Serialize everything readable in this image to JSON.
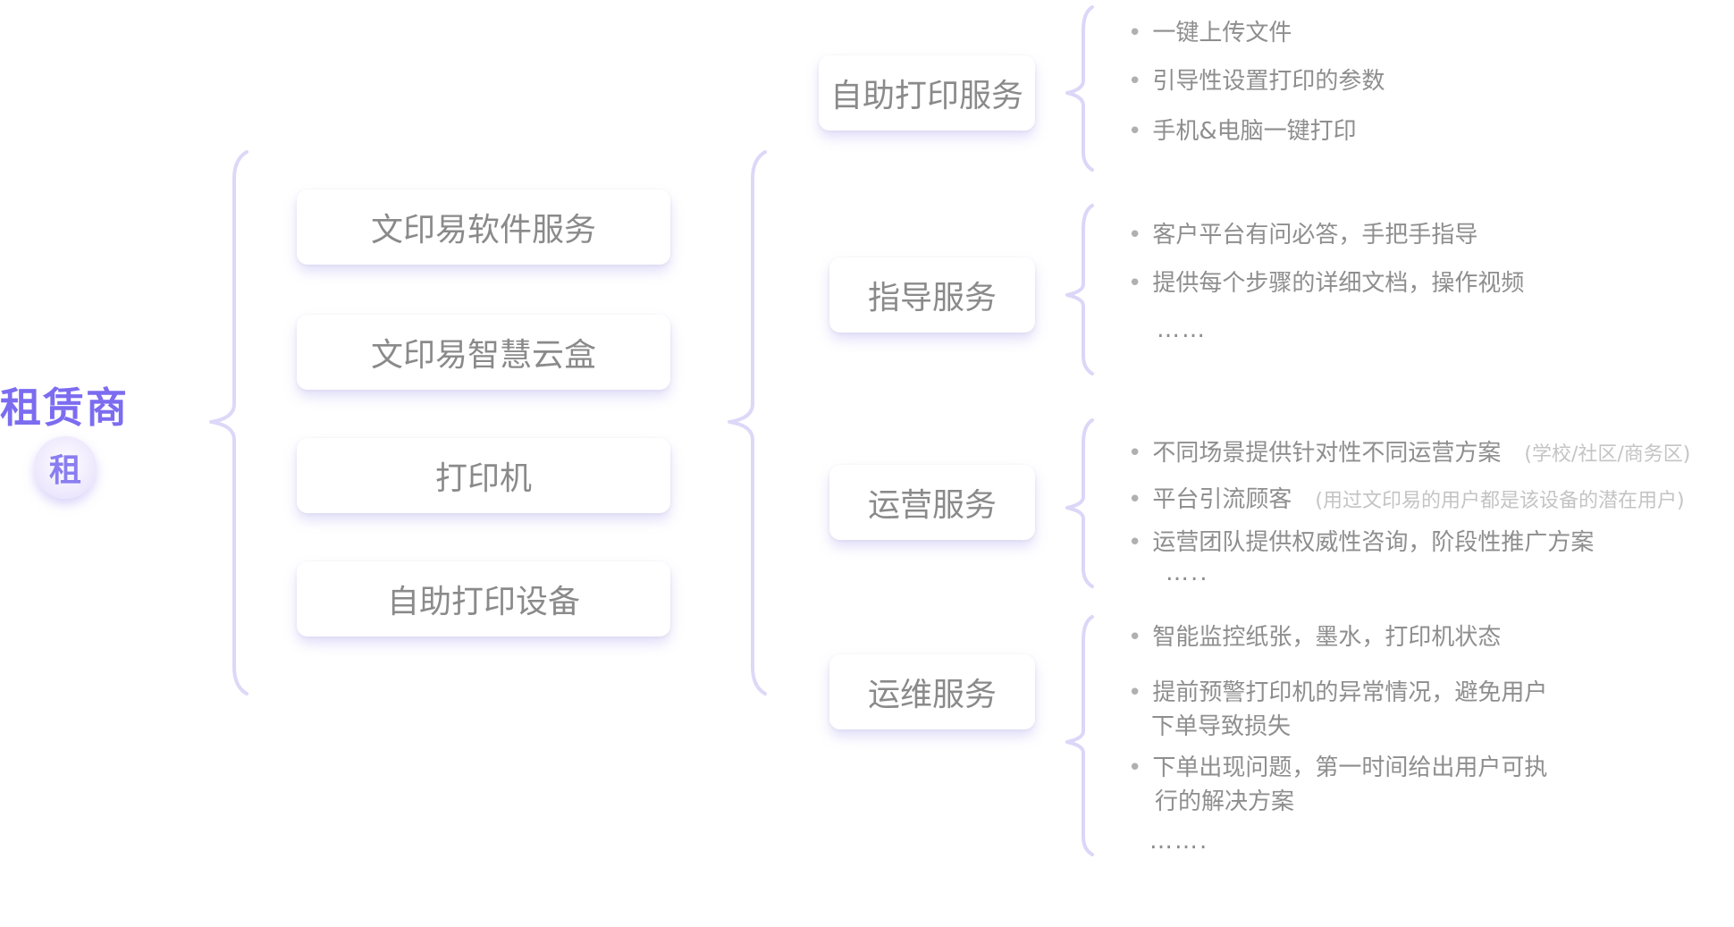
{
  "root": {
    "title": "租赁商",
    "icon_char": "租"
  },
  "products": [
    "文印易软件服务",
    "文印易智慧云盒",
    "打印机",
    "自助打印设备"
  ],
  "services": [
    {
      "title": "自助打印服务",
      "items": [
        "一键上传文件",
        "引导性设置打印的参数",
        "手机&电脑一键打印"
      ]
    },
    {
      "title": "指导服务",
      "items": [
        "客户平台有问必答，手把手指导",
        "提供每个步骤的详细文档，操作视频"
      ],
      "ellipsis": "……"
    },
    {
      "title": "运营服务",
      "items": [
        {
          "text": "不同场景提供针对性不同运营方案",
          "note": "(学校/社区/商务区)"
        },
        {
          "text": "平台引流顾客",
          "note": "(用过文印易的用户都是该设备的潜在用户)"
        },
        {
          "text": "运营团队提供权威性咨询，阶段性推广方案"
        }
      ],
      "ellipsis": "….."
    },
    {
      "title": "运维服务",
      "items": [
        {
          "text": "智能监控纸张，墨水，打印机状态"
        },
        {
          "text": "提前预警打印机的异常情况，避免用户",
          "cont": "下单导致损失"
        },
        {
          "text": "下单出现问题，第一时间给出用户可执",
          "cont": "行的解决方案"
        }
      ],
      "ellipsis": "……."
    }
  ],
  "colors": {
    "accent": "#7c6cf0",
    "brace": "#d9d4f7",
    "text": "#8a8a8a",
    "note": "#c4c4c4"
  }
}
